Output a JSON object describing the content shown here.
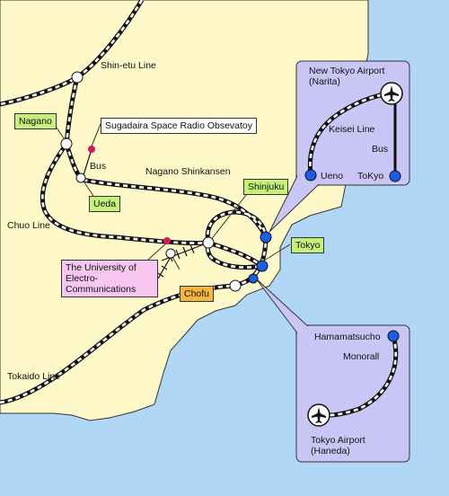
{
  "colors": {
    "sea": "#b0d8f6",
    "land": "#fff8c8",
    "panel": "#c9c6f6",
    "station_blue": "#1a5ee8",
    "station_white": "#ffffff",
    "observatory": "#d8155e"
  },
  "lines": {
    "shinetsu": "Shin-etu Line",
    "chuo": "Chuo Line",
    "tokaido": "Tokaido Line",
    "nagano_shinkansen": "Nagano Shinkansen",
    "bus": "Bus"
  },
  "places": {
    "nagano": "Nagano",
    "ueda": "Ueda",
    "shinjuku": "Shinjuku",
    "tokyo": "Tokyo",
    "chofu": "Chofu",
    "uec": "The University of Electro-Communications",
    "observatory": "Sugadaira Space Radio Obsevatoy"
  },
  "narita_panel": {
    "title_line1": "New Tokyo Airport",
    "title_line2": "(Narita)",
    "keisei": "Keisei Line",
    "bus": "Bus",
    "ueno": "Ueno",
    "tokyo": "ToKyo",
    "airport_icon": "airplane-icon"
  },
  "haneda_panel": {
    "hamamatsucho": "Hamamatsucho",
    "monorail": "Monorall",
    "title_line1": "Tokyo Airport",
    "title_line2": "(Haneda)",
    "airport_icon": "airplane-icon"
  }
}
